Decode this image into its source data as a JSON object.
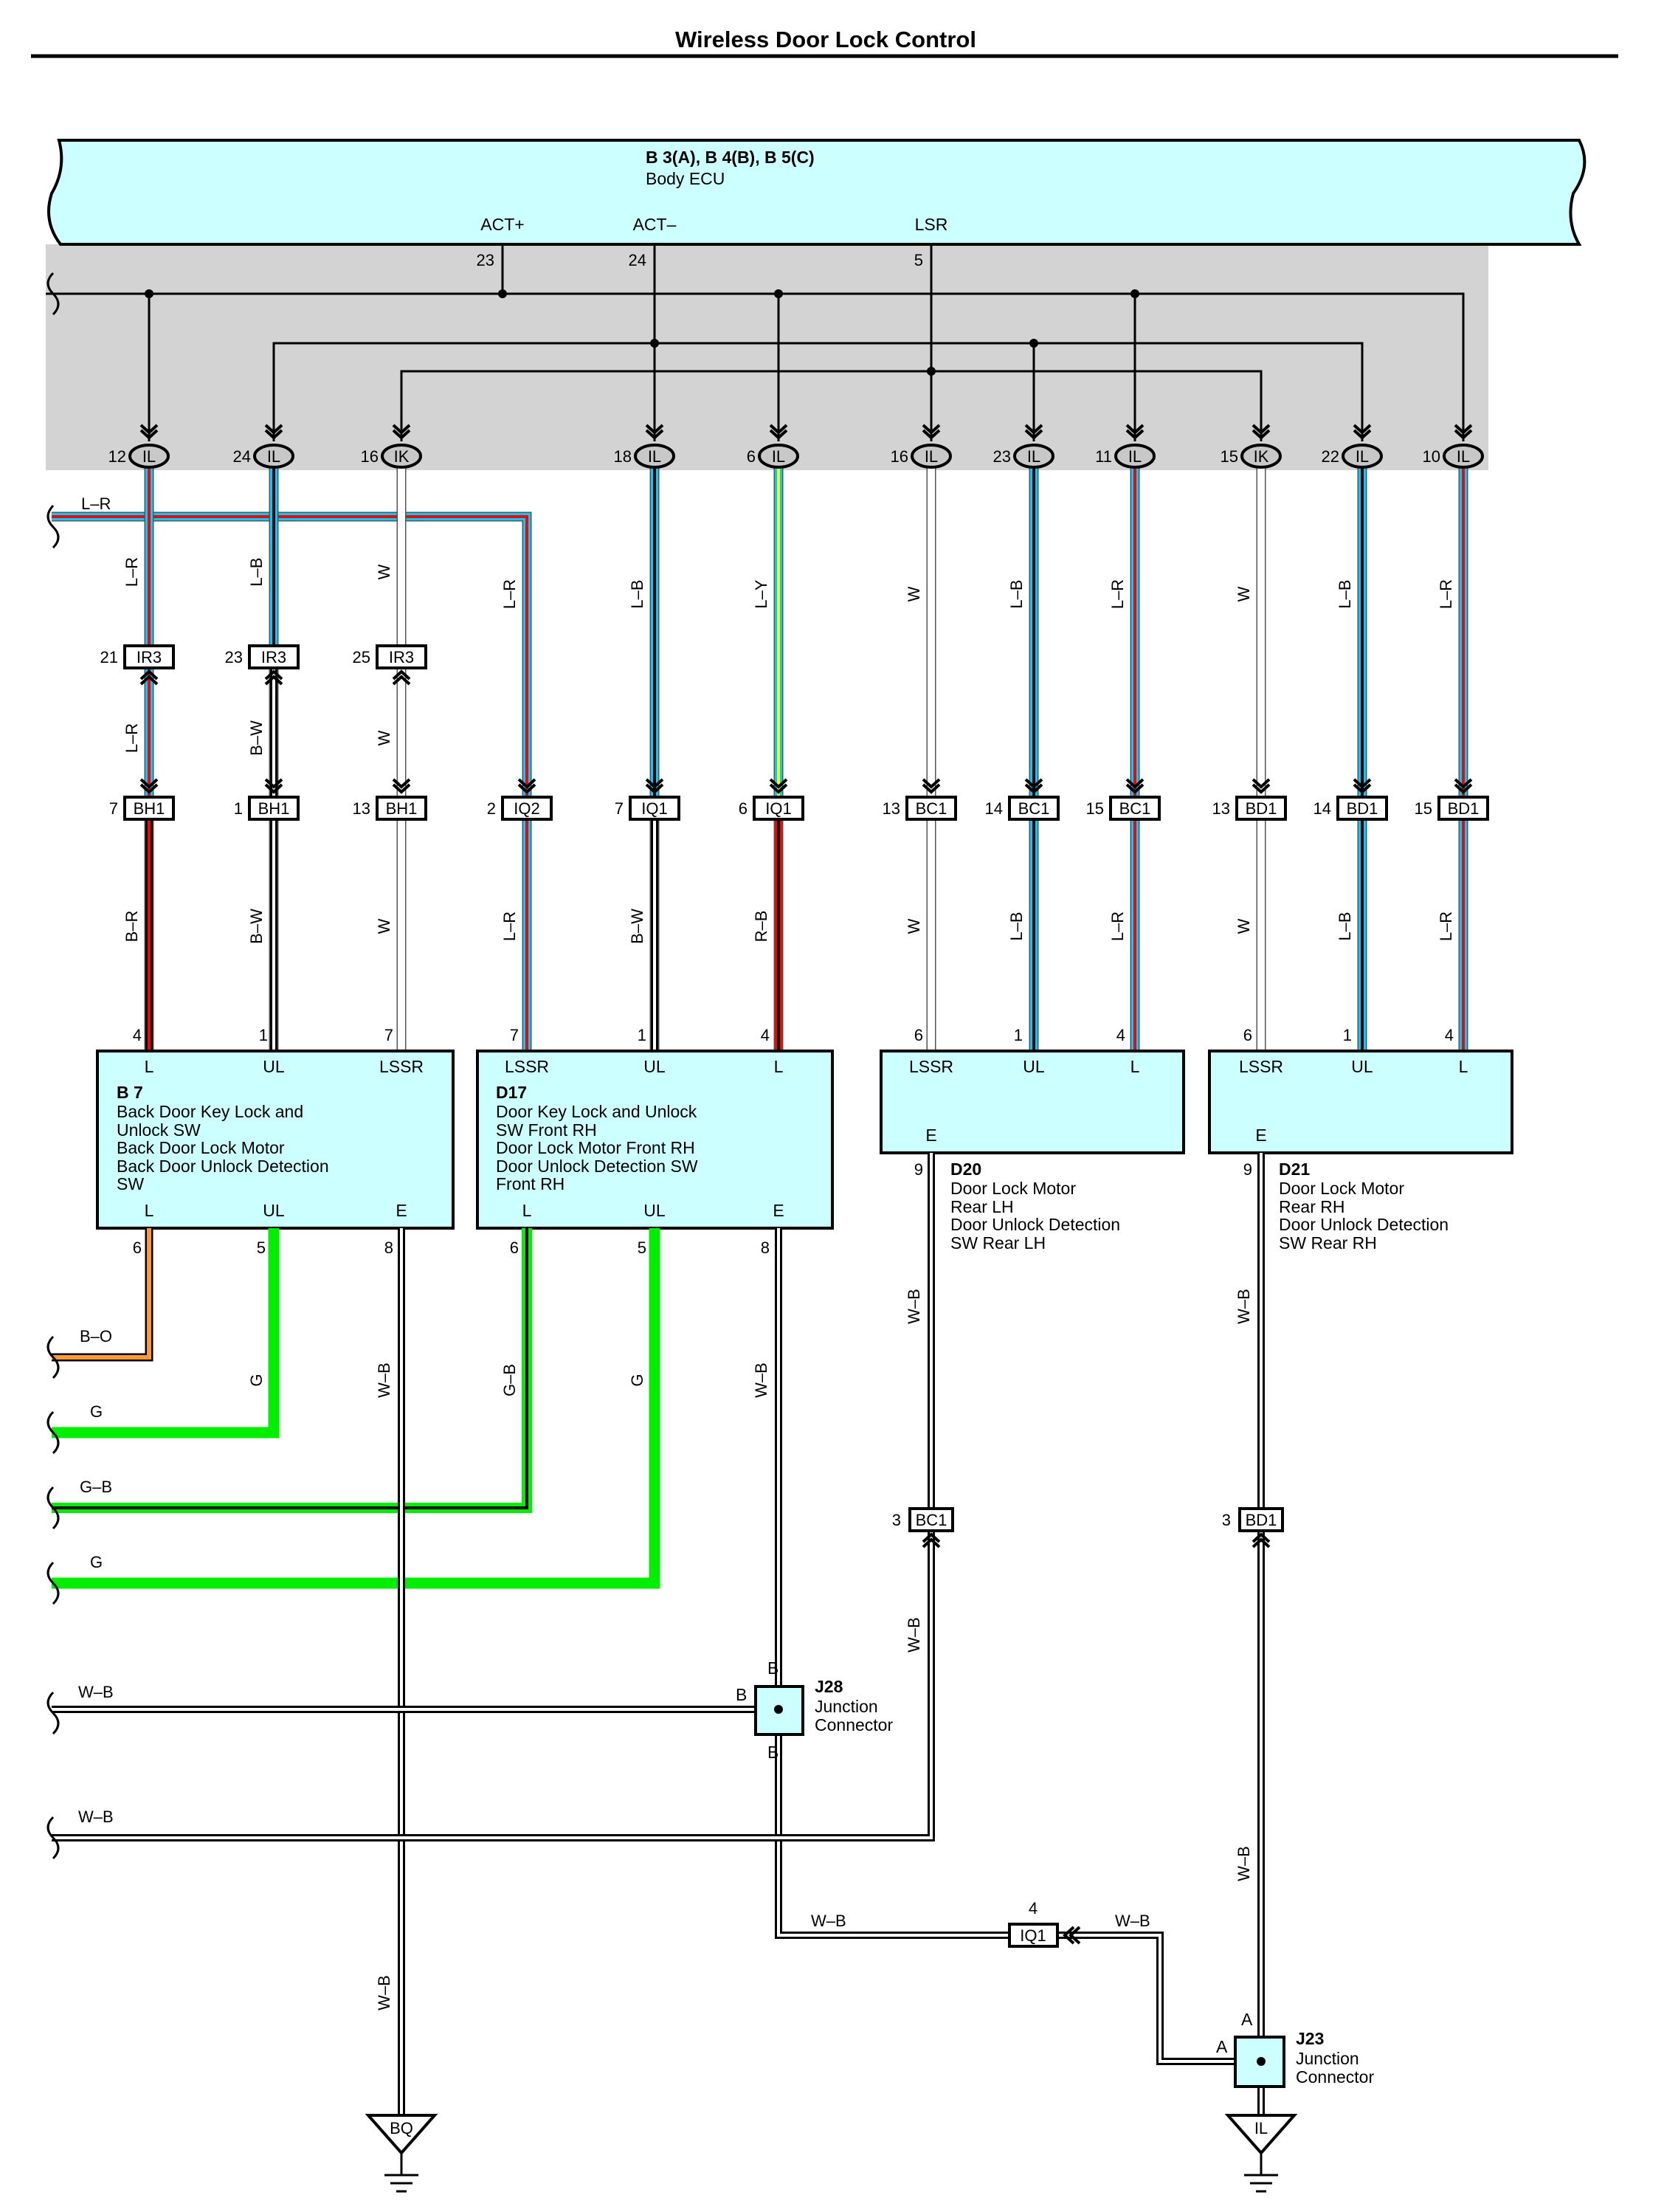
{
  "title": "Wireless Door Lock Control",
  "ecu": {
    "id": "B 3(A), B 4(B), B 5(C)",
    "name": "Body ECU",
    "terminals": [
      {
        "label": "ACT+",
        "pin": "23"
      },
      {
        "label": "ACT–",
        "pin": "24"
      },
      {
        "label": "LSR",
        "pin": "5"
      }
    ]
  },
  "top_connectors": [
    {
      "pin": "12",
      "conn": "IL",
      "wire": "L–R"
    },
    {
      "pin": "24",
      "conn": "IL",
      "wire": "L–B"
    },
    {
      "pin": "16",
      "conn": "IK",
      "wire": "W"
    },
    {
      "pin": "18",
      "conn": "IL",
      "wire": "L–B"
    },
    {
      "pin": "6",
      "conn": "IL",
      "wire": "L–Y"
    },
    {
      "pin": "16",
      "conn": "IL",
      "wire": "W"
    },
    {
      "pin": "23",
      "conn": "IL",
      "wire": "L–B"
    },
    {
      "pin": "11",
      "conn": "IL",
      "wire": "L–R"
    },
    {
      "pin": "15",
      "conn": "IK",
      "wire": "W"
    },
    {
      "pin": "22",
      "conn": "IL",
      "wire": "L–B"
    },
    {
      "pin": "10",
      "conn": "IL",
      "wire": "L–R"
    }
  ],
  "left_wire_top": "L–R",
  "ir3_connectors": [
    {
      "pin": "21",
      "conn": "IR3",
      "wire": "L–R"
    },
    {
      "pin": "23",
      "conn": "IR3",
      "wire": "B–W"
    },
    {
      "pin": "25",
      "conn": "IR3",
      "wire": "W"
    }
  ],
  "branch_wire": "L–R",
  "mid_connectors": [
    {
      "pin": "7",
      "conn": "BH1",
      "wire": "B–R"
    },
    {
      "pin": "1",
      "conn": "BH1",
      "wire": "B–W"
    },
    {
      "pin": "13",
      "conn": "BH1",
      "wire": "W"
    },
    {
      "pin": "2",
      "conn": "IQ2",
      "wire": "L–R"
    },
    {
      "pin": "7",
      "conn": "IQ1",
      "wire": "B–W"
    },
    {
      "pin": "6",
      "conn": "IQ1",
      "wire": "R–B"
    },
    {
      "pin": "13",
      "conn": "BC1",
      "wire": "W"
    },
    {
      "pin": "14",
      "conn": "BC1",
      "wire": "L–B"
    },
    {
      "pin": "15",
      "conn": "BC1",
      "wire": "L–R"
    },
    {
      "pin": "13",
      "conn": "BD1",
      "wire": "W"
    },
    {
      "pin": "14",
      "conn": "BD1",
      "wire": "L–B"
    },
    {
      "pin": "15",
      "conn": "BD1",
      "wire": "L–R"
    }
  ],
  "components": {
    "b7": {
      "id": "B 7",
      "desc": [
        "Back Door Key Lock and",
        "Unlock SW",
        "Back Door Lock Motor",
        "Back Door Unlock Detection",
        "SW"
      ],
      "top_pins": [
        {
          "num": "4",
          "label": "L"
        },
        {
          "num": "1",
          "label": "UL"
        },
        {
          "num": "7",
          "label": "LSSR"
        }
      ],
      "bottom_pins": [
        {
          "num": "6",
          "label": "L"
        },
        {
          "num": "5",
          "label": "UL"
        },
        {
          "num": "8",
          "label": "E"
        }
      ]
    },
    "d17": {
      "id": "D17",
      "desc": [
        "Door Key Lock and Unlock",
        "SW Front RH",
        "Door Lock Motor Front RH",
        "Door Unlock Detection SW",
        "Front RH"
      ],
      "top_pins": [
        {
          "num": "7",
          "label": "LSSR"
        },
        {
          "num": "1",
          "label": "UL"
        },
        {
          "num": "4",
          "label": "L"
        }
      ],
      "bottom_pins": [
        {
          "num": "6",
          "label": "L"
        },
        {
          "num": "5",
          "label": "UL"
        },
        {
          "num": "8",
          "label": "E"
        }
      ]
    },
    "d20": {
      "id": "D20",
      "desc": [
        "Door Lock Motor",
        "Rear LH",
        "Door Unlock Detection",
        "SW Rear LH"
      ],
      "top_pins": [
        {
          "num": "6",
          "label": "LSSR"
        },
        {
          "num": "1",
          "label": "UL"
        },
        {
          "num": "4",
          "label": "L"
        }
      ],
      "e_label": "E",
      "e_pin": "9"
    },
    "d21": {
      "id": "D21",
      "desc": [
        "Door Lock Motor",
        "Rear RH",
        "Door Unlock Detection",
        "SW Rear RH"
      ],
      "top_pins": [
        {
          "num": "6",
          "label": "LSSR"
        },
        {
          "num": "1",
          "label": "UL"
        },
        {
          "num": "4",
          "label": "L"
        }
      ],
      "e_label": "E",
      "e_pin": "9"
    }
  },
  "lower_wires": {
    "b7_l": "B–O",
    "b7_ul": "G",
    "b7_e": "W–B",
    "d17_l": "G–B",
    "d17_ul": "G",
    "d17_e": "W–B",
    "d20_e": "W–B",
    "d21_e": "W–B",
    "left_w1": "W–B",
    "left_w2": "W–B",
    "bc1_lower": "W–B",
    "bq_wire": "W–B",
    "iq1_left": "W–B",
    "iq1_right": "W–B",
    "j23_wire": "W–B"
  },
  "bottom_connectors": {
    "bc1": {
      "pin": "3",
      "conn": "BC1"
    },
    "bd1": {
      "pin": "3",
      "conn": "BD1"
    },
    "iq1": {
      "pin": "4",
      "conn": "IQ1"
    }
  },
  "junctions": {
    "j28": {
      "id": "J28",
      "name": [
        "Junction",
        "Connector"
      ],
      "pins": [
        "B",
        "B",
        "B"
      ]
    },
    "j23": {
      "id": "J23",
      "name": [
        "Junction",
        "Connector"
      ],
      "pins": [
        "A",
        "A"
      ]
    }
  },
  "grounds": {
    "bq": "BQ",
    "il": "IL"
  },
  "colors": {
    "ecu_fill": "#ccffff",
    "shade": "#d3d3d3",
    "light_blue": "#00ccff",
    "red": "#ff0000",
    "green": "#00ee00",
    "orange": "#ff9933",
    "yellow": "#ffff00"
  }
}
